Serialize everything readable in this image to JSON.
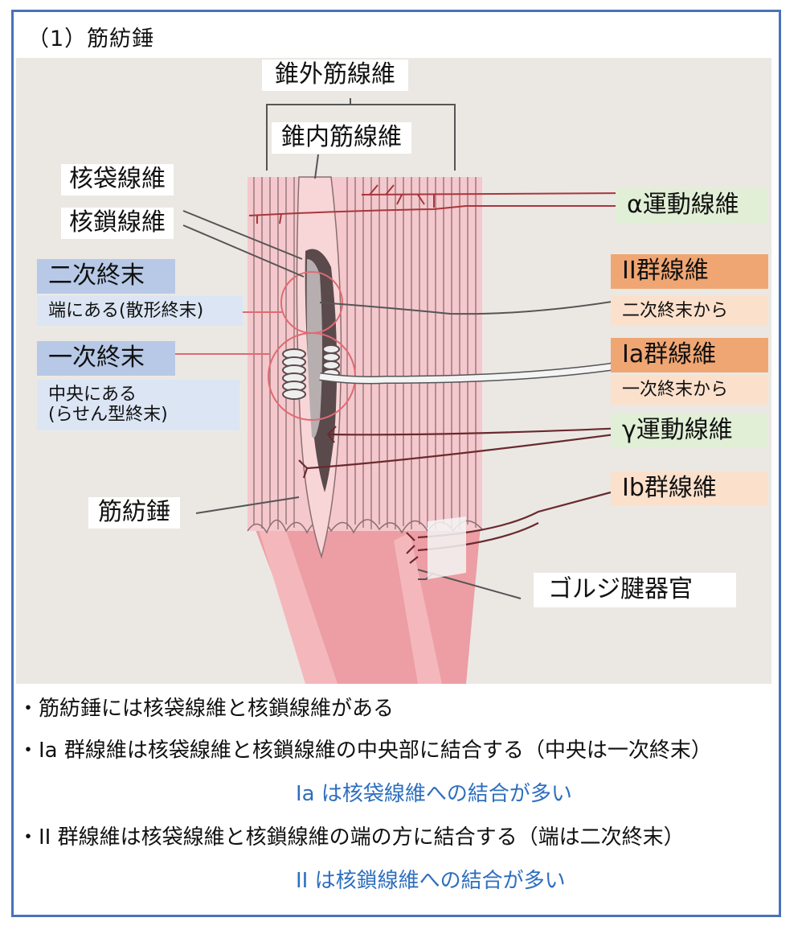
{
  "title": "（1）筋紡錘",
  "diagram": {
    "labels": {
      "extrafusal": "錐外筋線維",
      "intrafusal": "錐内筋線維",
      "nuclear_bag": "核袋線維",
      "nuclear_chain": "核鎖線維",
      "secondary_ending": "二次終末",
      "secondary_ending_desc": "端にある(散形終末)",
      "primary_ending": "一次終末",
      "primary_ending_desc_1": "中央にある",
      "primary_ending_desc_2": "(らせん型終末)",
      "muscle_spindle": "筋紡錘",
      "alpha_motor": "α運動線維",
      "group_ii": "II群線維",
      "group_ii_desc": "二次終末から",
      "group_ia": "Ia群線維",
      "group_ia_desc": "一次終末から",
      "gamma_motor": "γ運動線維",
      "group_ib": "Ib群線維",
      "golgi": "ゴルジ腱器官"
    },
    "colors": {
      "muscle": "#f4c8cc",
      "tendon": "#ec9ea4",
      "fiber_line": "#8c6e70",
      "nerve_red": "#a8363c",
      "nerve_dark": "#6a2a2e",
      "spindle_dark": "#5a4a4c",
      "circle": "#e06a72",
      "frame": "#4a72b8"
    }
  },
  "notes": [
    "・筋紡錘には核袋線維と核鎖線維がある",
    "・Ia 群線維は核袋線維と核鎖線維の中央部に結合する（中央は一次終末）",
    "Ia は核袋線維への結合が多い",
    "・II 群線維は核袋線維と核鎖線維の端の方に結合する（端は二次終末）",
    "II は核鎖線維への結合が多い"
  ]
}
